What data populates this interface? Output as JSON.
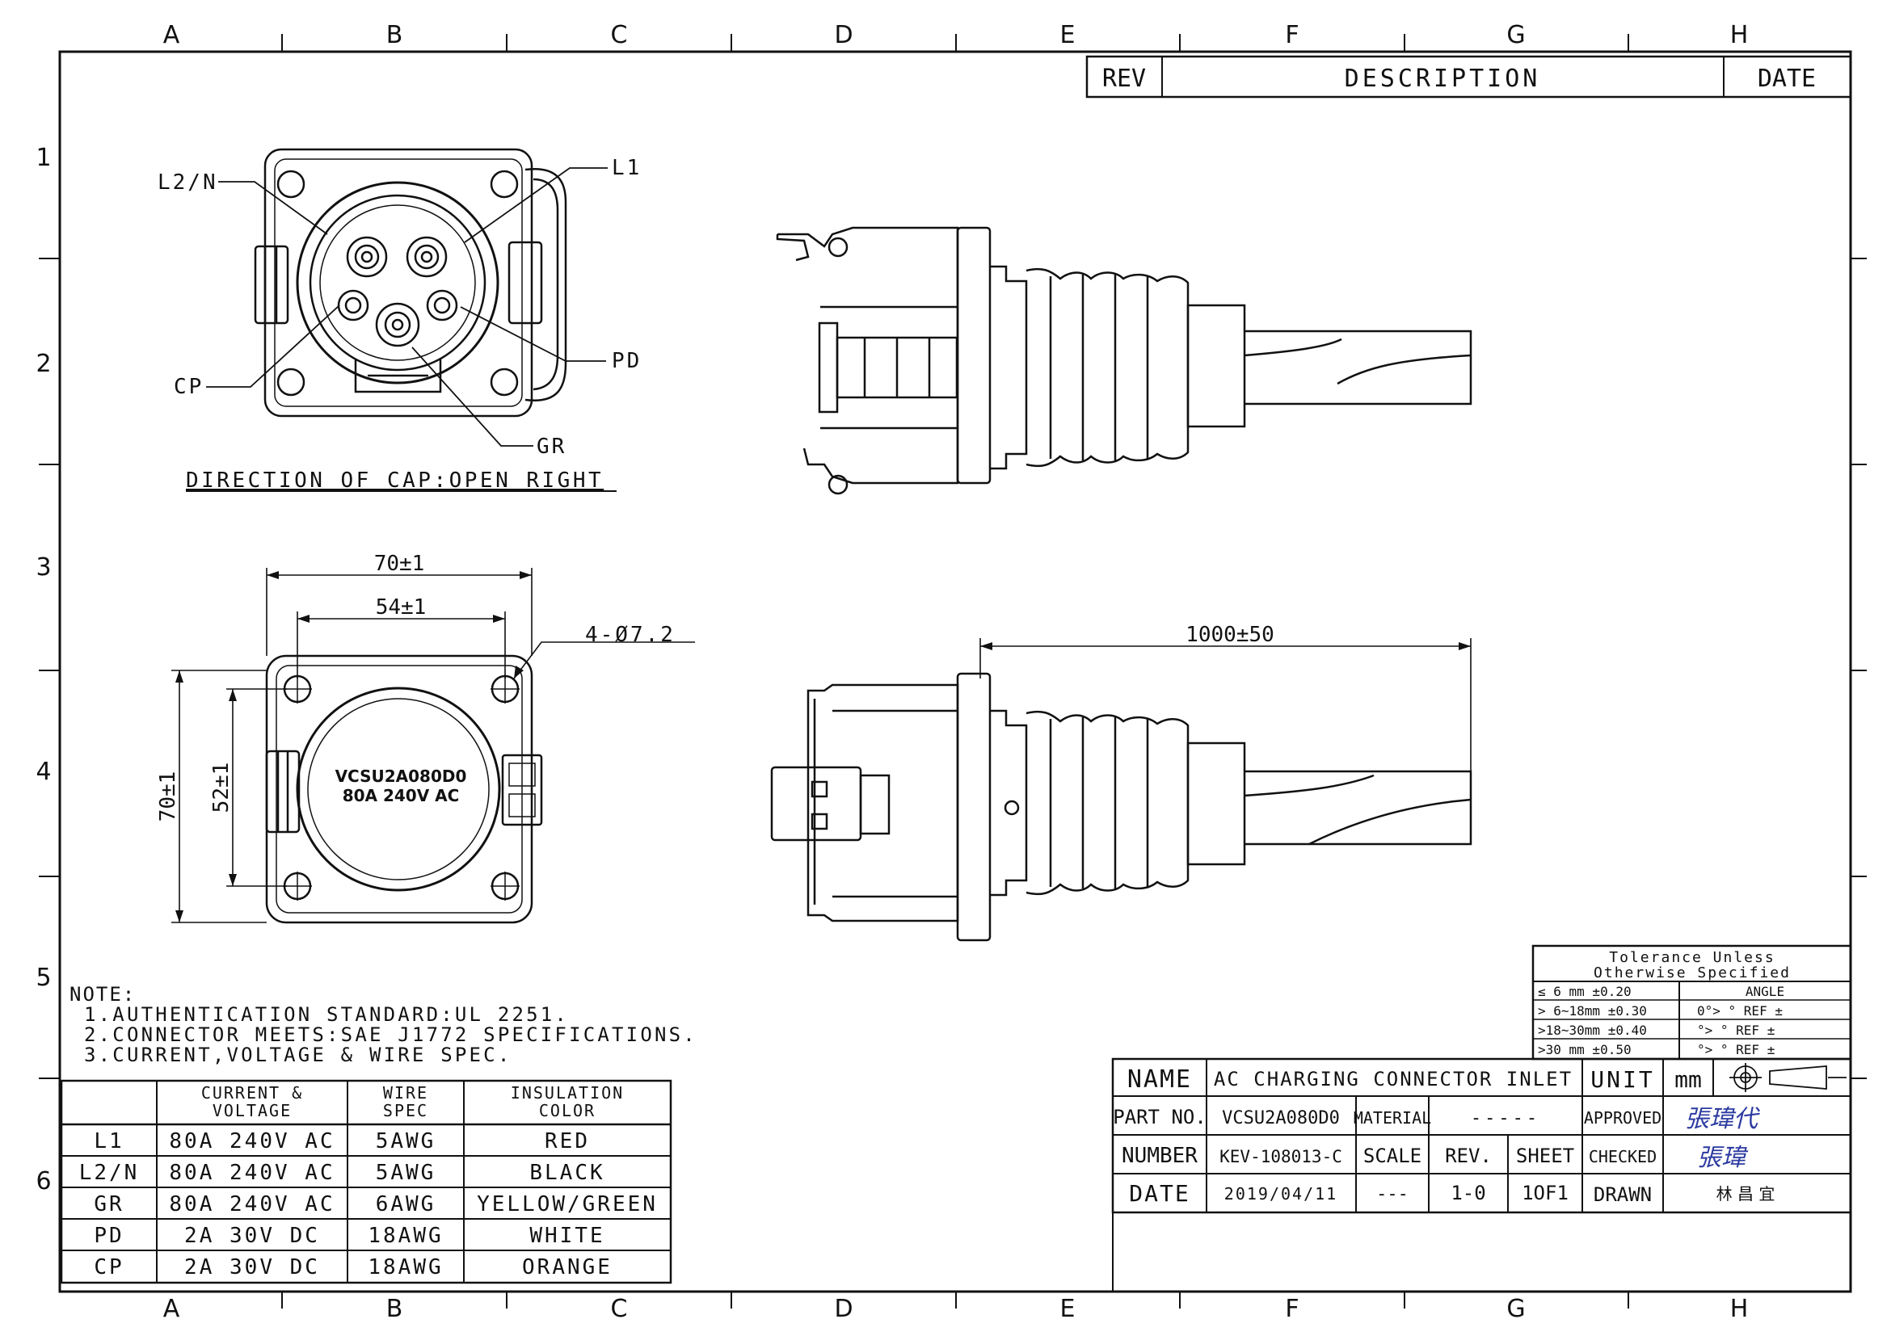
{
  "border": {
    "columns": [
      "A",
      "B",
      "C",
      "D",
      "E",
      "F",
      "G",
      "H"
    ],
    "rows": [
      "1",
      "2",
      "3",
      "4",
      "5",
      "6"
    ]
  },
  "revision_block": {
    "rev_label": "REV",
    "description_label": "DESCRIPTION",
    "date_label": "DATE"
  },
  "front_view": {
    "labels": {
      "l2n": "L2/N",
      "l1": "L1",
      "cp": "CP",
      "pd": "PD",
      "gr": "GR"
    },
    "caption": "DIRECTION OF CAP:OPEN RIGHT"
  },
  "dimension_view": {
    "width_outer": "70±1",
    "width_inner": "54±1",
    "holes": "4-Ø7.2",
    "height_outer": "70±1",
    "height_inner": "52±1",
    "marking_line1": "VCSU2A080D0",
    "marking_line2": "80A 240V AC"
  },
  "side_view": {
    "cable_length": "1000±50"
  },
  "notes": {
    "heading": "NOTE:",
    "items": [
      "1.AUTHENTICATION STANDARD:UL 2251.",
      "2.CONNECTOR MEETS:SAE J1772 SPECIFICATIONS.",
      "3.CURRENT,VOLTAGE & WIRE SPEC."
    ]
  },
  "wire_table": {
    "headers": {
      "current_l1": "CURRENT &",
      "current_l2": "VOLTAGE",
      "wire_l1": "WIRE",
      "wire_l2": "SPEC",
      "color_l1": "INSULATION",
      "color_l2": "COLOR"
    },
    "rows": [
      {
        "pin": "L1",
        "current": "80A 240V AC",
        "wire": "5AWG",
        "color": "RED"
      },
      {
        "pin": "L2/N",
        "current": "80A 240V AC",
        "wire": "5AWG",
        "color": "BLACK"
      },
      {
        "pin": "GR",
        "current": "80A 240V AC",
        "wire": "6AWG",
        "color": "YELLOW/GREEN"
      },
      {
        "pin": "PD",
        "current": "2A 30V DC",
        "wire": "18AWG",
        "color": "WHITE"
      },
      {
        "pin": "CP",
        "current": "2A 30V DC",
        "wire": "18AWG",
        "color": "ORANGE"
      }
    ]
  },
  "tolerance": {
    "title_l1": "Tolerance Unless",
    "title_l2": "Otherwise Specified",
    "angle_label": "ANGLE",
    "rows": [
      {
        "range": "≤ 6   mm ±0.20",
        "angle": ""
      },
      {
        "range": "> 6~18mm ±0.30",
        "angle": "0°>   ° REF ±"
      },
      {
        "range": ">18~30mm ±0.40",
        "angle": "°>   ° REF ±"
      },
      {
        "range": ">30   mm ±0.50",
        "angle": "°>   ° REF ±"
      }
    ]
  },
  "title_block": {
    "name_label": "NAME",
    "name_value": "AC CHARGING CONNECTOR INLET",
    "unit_label": "UNIT",
    "unit_value": "mm",
    "part_label": "PART NO.",
    "part_value": "VCSU2A080D0",
    "material_label": "MATERIAL",
    "material_value": "-----",
    "approved_label": "APPROVED",
    "approved_sign": "張瑋代",
    "number_label": "NUMBER",
    "number_value": "KEV-108013-C",
    "scale_label": "SCALE",
    "rev_label": "REV.",
    "sheet_label": "SHEET",
    "checked_label": "CHECKED",
    "checked_sign": "張瑋",
    "date_label": "DATE",
    "date_value": "2019/04/11",
    "scale_value": "---",
    "rev_value": "1-0",
    "sheet_value": "1OF1",
    "drawn_label": "DRAWN",
    "drawn_value": "林 昌 宜"
  }
}
